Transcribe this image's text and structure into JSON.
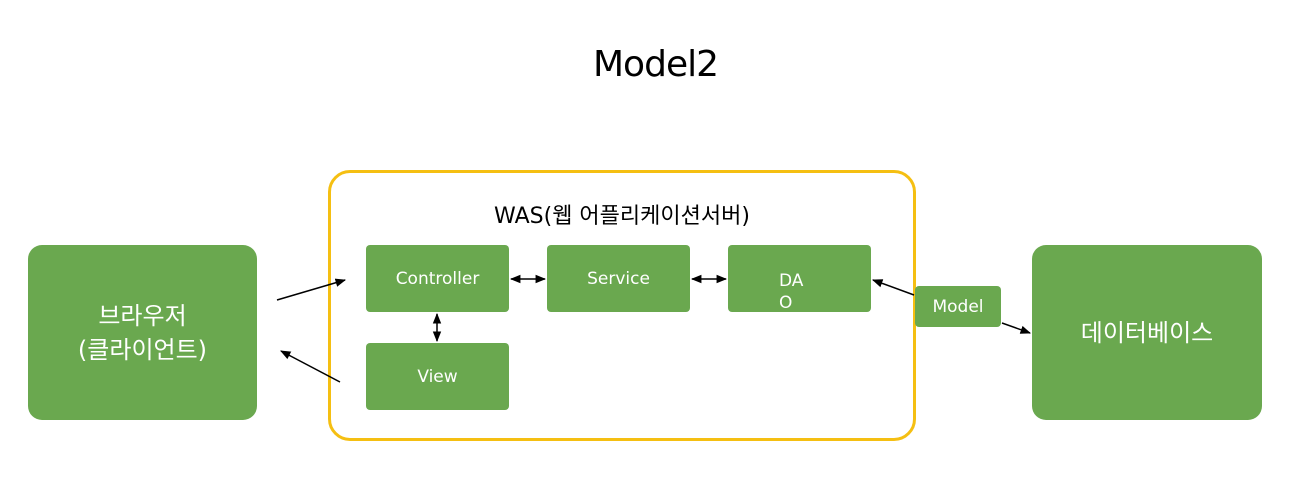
{
  "title": "Model2",
  "client": {
    "label": "브라우저\n(클라이언트)"
  },
  "was": {
    "label": "WAS(웹 어플리케이션서버)"
  },
  "controller": {
    "label": "Controller"
  },
  "service": {
    "label": "Service"
  },
  "dao": {
    "label": "DAO"
  },
  "view": {
    "label": "View"
  },
  "model": {
    "label": "Model"
  },
  "database": {
    "label": "데이터베이스"
  },
  "colors": {
    "box_fill": "#6aa84f",
    "was_border": "#f5bf12",
    "text_on_box": "#ffffff",
    "arrow": "#000000"
  }
}
